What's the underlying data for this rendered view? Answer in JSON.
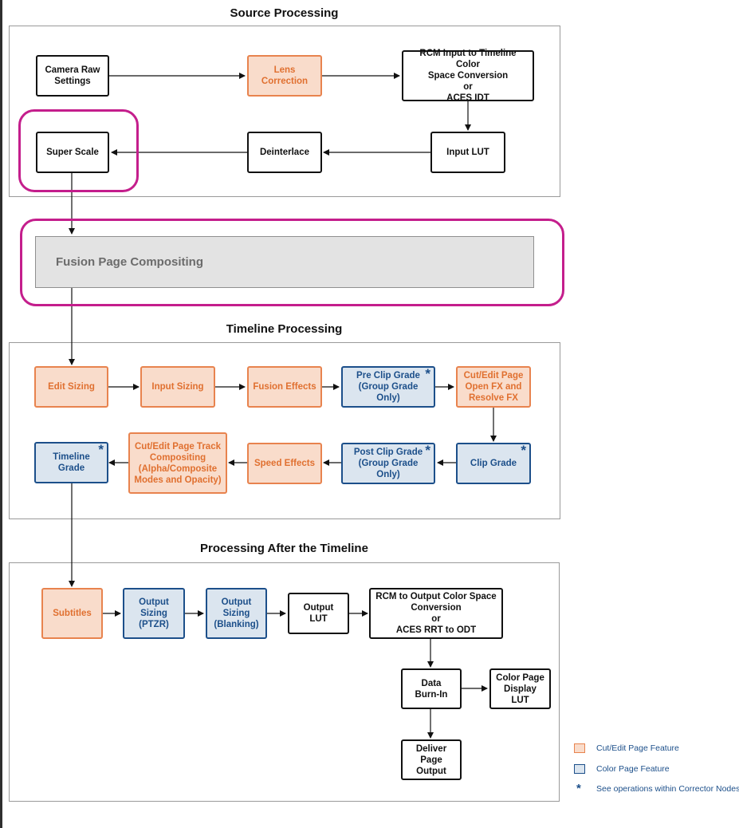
{
  "sections": {
    "source": "Source Processing",
    "timeline": "Timeline Processing",
    "after": "Processing After the Timeline"
  },
  "nodes": {
    "camera_raw": "Camera Raw\nSettings",
    "lens_correction": "Lens\nCorrection",
    "rcm_input": "RCM Input to Timeline Color\nSpace Conversion\nor\nACES IDT",
    "input_lut": "Input LUT",
    "deinterlace": "Deinterlace",
    "super_scale": "Super Scale",
    "fusion_page": "Fusion Page Compositing",
    "edit_sizing": "Edit Sizing",
    "input_sizing": "Input Sizing",
    "fusion_effects": "Fusion Effects",
    "pre_clip_grade": "Pre Clip Grade\n(Group Grade Only)",
    "cut_edit_fx": "Cut/Edit Page\nOpen FX and\nResolve FX",
    "clip_grade": "Clip Grade",
    "post_clip_grade": "Post Clip Grade\n(Group Grade Only)",
    "speed_effects": "Speed Effects",
    "track_compositing": "Cut/Edit Page Track\nCompositing\n(Alpha/Composite\nModes and Opacity)",
    "timeline_grade": "Timeline Grade",
    "subtitles": "Subtitles",
    "output_sizing_ptzr": "Output Sizing\n(PTZR)",
    "output_sizing_blanking": "Output Sizing\n(Blanking)",
    "output_lut": "Output\nLUT",
    "rcm_output": "RCM to Output Color Space\nConversion\nor\nACES RRT to ODT",
    "data_burn_in": "Data\nBurn-In",
    "color_page_display_lut": "Color Page\nDisplay LUT",
    "deliver_page_output": "Deliver Page\nOutput"
  },
  "marker": "*",
  "legend": {
    "cut_edit": "Cut/Edit Page Feature",
    "color_page": "Color Page Feature",
    "star_note": "See operations within Corrector Nodes"
  },
  "colors": {
    "cut_edit_border": "#e8834e",
    "cut_edit_fill": "#f9dccb",
    "color_page_border": "#1c4f8a",
    "color_page_fill": "#dbe5ef",
    "highlight": "#c41e8c"
  }
}
